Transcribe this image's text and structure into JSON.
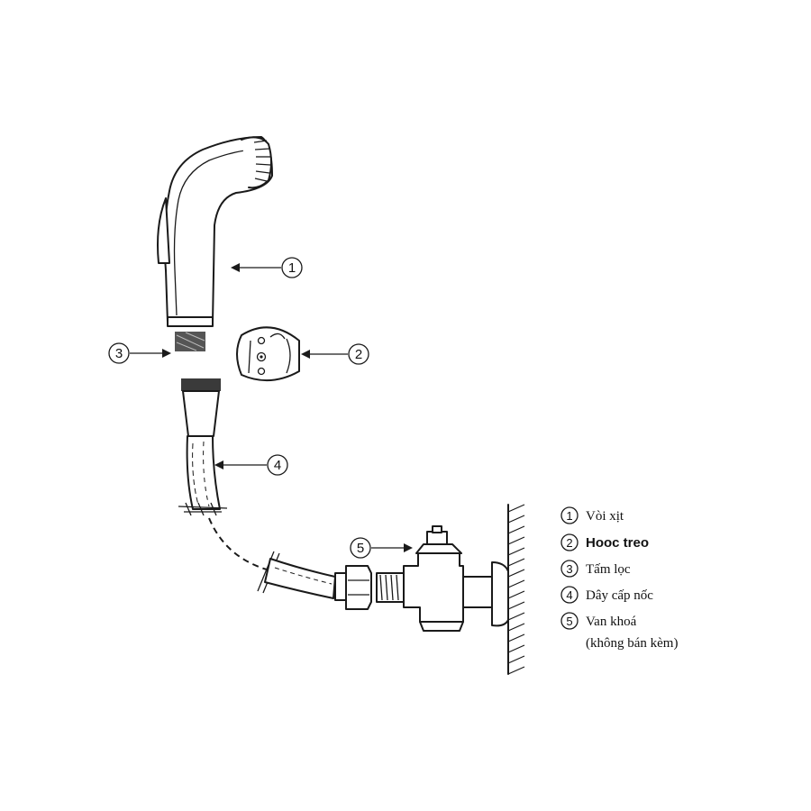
{
  "diagram": {
    "parts": [
      {
        "num": "1",
        "label": "Vòi xịt",
        "bold": false
      },
      {
        "num": "2",
        "label": "Hooc treo",
        "bold": true
      },
      {
        "num": "3",
        "label": "Tấm lọc",
        "bold": false
      },
      {
        "num": "4",
        "label": "Dây cấp nốc",
        "bold": false
      },
      {
        "num": "5",
        "label": "Van khoá",
        "bold": false
      }
    ],
    "note": "(không bán kèm)"
  },
  "colors": {
    "ink": "#1a1a1a",
    "background": "#ffffff"
  }
}
